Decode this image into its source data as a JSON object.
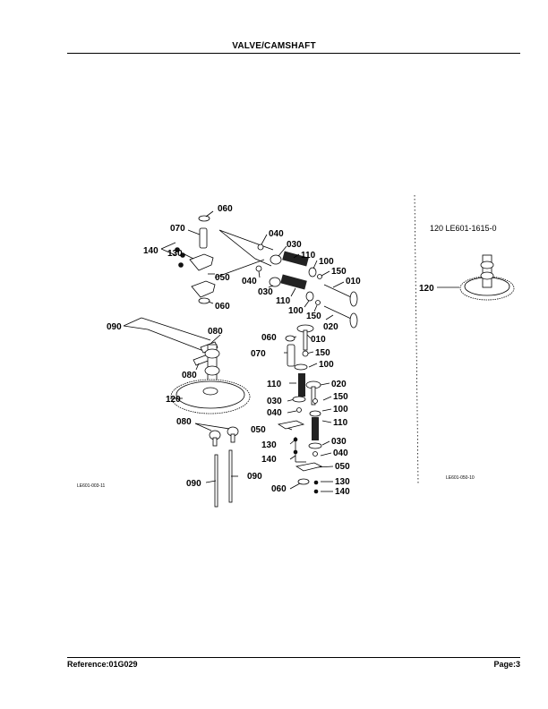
{
  "header": {
    "title": "VALVE/CAMSHAFT"
  },
  "footer": {
    "reference": "Reference:01G029",
    "page": "Page:3"
  },
  "diagram": {
    "labels": {
      "l060a": "060",
      "l070a": "070",
      "l140a": "140",
      "l130a": "130",
      "l050a": "050",
      "l060b": "060",
      "l040a": "040",
      "l030a": "030",
      "l110a": "110",
      "l100a": "100",
      "l150a": "150",
      "l010a": "010",
      "l040b": "040",
      "l030b": "030",
      "l110b": "110",
      "l100b": "100",
      "l150b": "150",
      "l020a": "020",
      "l090a": "090",
      "l080a": "080",
      "l080b": "080",
      "l120a": "120",
      "l080c": "080",
      "l090b": "090",
      "l090c": "090",
      "l060c": "060",
      "l070b": "070",
      "l010b": "010",
      "l150c": "150",
      "l100c": "100",
      "l110c": "110",
      "l020b": "020",
      "l030c": "030",
      "l150d": "150",
      "l040c": "040",
      "l100d": "100",
      "l050b": "050",
      "l110d": "110",
      "l130b": "130",
      "l140b": "140",
      "l030d": "030",
      "l040d": "040",
      "l050c": "050",
      "l060d": "060",
      "l130c": "130",
      "l140c": "140",
      "l120b": "120"
    },
    "ref_left": "LE601-003-11",
    "ref_right_top": "120 LE601-1615-0",
    "ref_right_bottom": "LE601-050-10"
  }
}
